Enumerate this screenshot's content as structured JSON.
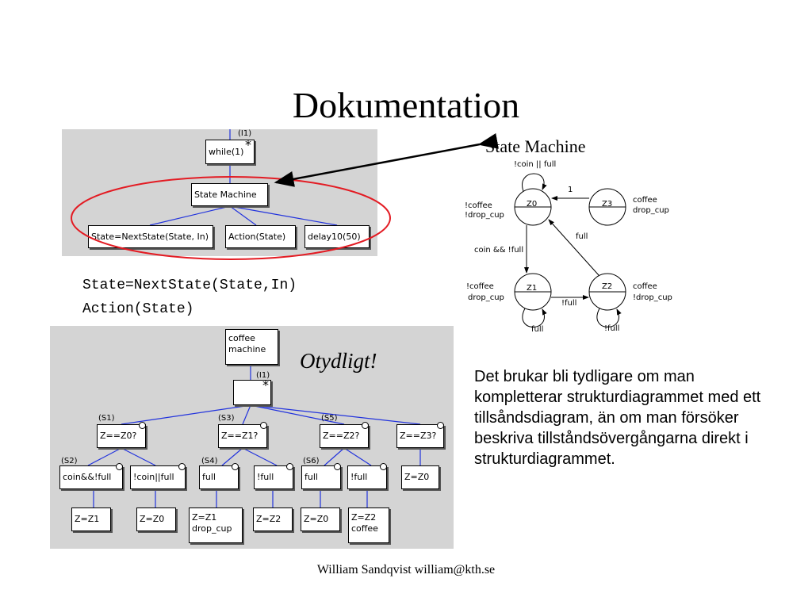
{
  "slide": {
    "title": "Dokumentation",
    "footer": "William Sandqvist  william@kth.se",
    "state_machine_label": "State Machine",
    "otydligt": "Otydligt!",
    "code_line1": "State=NextState(State,In)",
    "code_line2": "Action(State)",
    "description": "Det brukar bli tydligare om man kompletterar strukturdiagrammet med ett tillsåndsdiagram, än om man försöker beskriva tillståndsövergångarna direkt i strukturdiagrammet."
  },
  "top_diagram": {
    "iter_mark": "(I1)",
    "star": "*",
    "while_box": "while(1)",
    "state_machine_box": "State Machine",
    "child1": "State=NextState(State, In)",
    "child2": "Action(State)",
    "child3": "delay10(50)"
  },
  "state_diagram": {
    "z0": "Z0",
    "z1": "Z1",
    "z2": "Z2",
    "z3": "Z3",
    "loop_z0": "!coin || full",
    "z0_out1": "!coffee",
    "z0_out2": "!drop_cup",
    "z3_to_z0": "1",
    "z3_out1": "coffee",
    "z3_out2": "drop_cup",
    "z2_to_z0": "full",
    "z0_to_z1": "coin && !full",
    "z1_out1": "!coffee",
    "z1_out2": "drop_cup",
    "z1_to_z2": "!full",
    "z2_out1": "coffee",
    "z2_out2": "!drop_cup",
    "loop_z1": "full",
    "loop_z2": "!full"
  },
  "bottom_diagram": {
    "root_line1": "coffee",
    "root_line2": "machine",
    "iter_mark": "(I1)",
    "star": "*",
    "s1": "(S1)",
    "s3": "(S3)",
    "s5": "(S5)",
    "s2": "(S2)",
    "s4": "(S4)",
    "s6": "(S6)",
    "sel1": "Z==Z0?",
    "sel2": "Z==Z1?",
    "sel3": "Z==Z2?",
    "sel4": "Z==Z3?",
    "c1": "coin&&!full",
    "c2": "!coin||full",
    "c3": "full",
    "c4": "!full",
    "c5": "full",
    "c6": "!full",
    "c7": "Z=Z0",
    "a1": "Z=Z1",
    "a2": "Z=Z0",
    "a3_line1": "Z=Z1",
    "a3_line2": "drop_cup",
    "a4": "Z=Z2",
    "a5": "Z=Z0",
    "a6_line1": "Z=Z2",
    "a6_line2": "coffee"
  }
}
